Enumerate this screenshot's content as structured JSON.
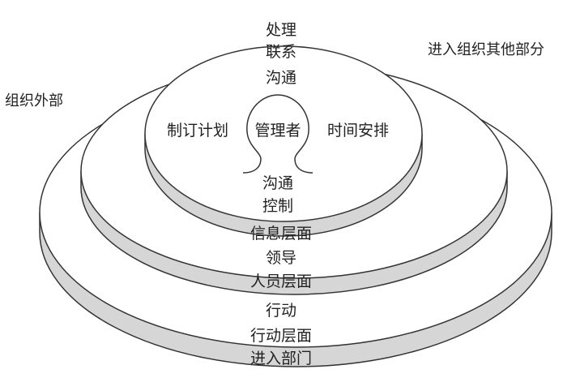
{
  "colors": {
    "line": "#333333",
    "shadow": "#d6d6d6",
    "background": "#ffffff",
    "text": "#222222"
  },
  "labels": {
    "outside_left": "组织外部",
    "outside_right": "进入组织其他部分",
    "outer_top_1": "处理",
    "middle_top_1": "联系",
    "inner_top": "沟通",
    "inner_left": "制订计划",
    "center": "管理者",
    "inner_right": "时间安排",
    "inner_bottom": "沟通",
    "inner_base": "控制",
    "inner_layer": "信息层面",
    "middle_bottom": "领导",
    "middle_layer": "人员层面",
    "outer_bottom": "行动",
    "outer_layer": "行动层面",
    "outer_exit": "进入部门"
  }
}
